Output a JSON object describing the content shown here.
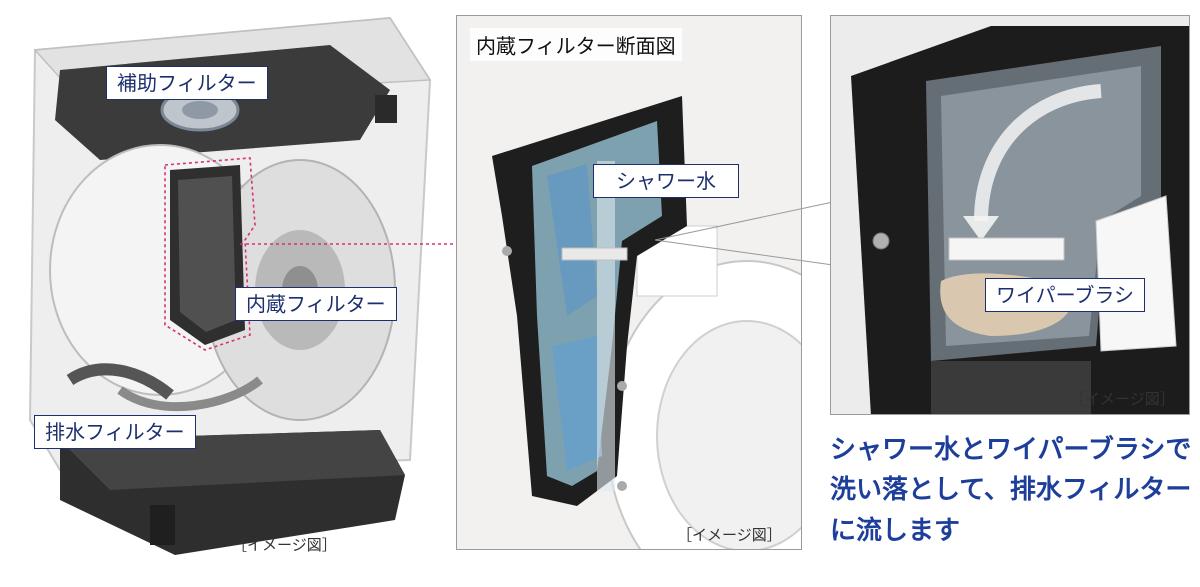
{
  "left": {
    "labels": {
      "aux_filter": "補助フィルター",
      "builtin_filter": "内蔵フィルター",
      "drain_filter": "排水フィルター"
    },
    "caption": "［イメージ図］"
  },
  "middle": {
    "title": "内蔵フィルター断面図",
    "labels": {
      "shower_water": "シャワー水"
    },
    "caption": "［イメージ図］"
  },
  "right": {
    "labels": {
      "wiper_brush": "ワイパーブラシ"
    },
    "caption": "［イメージ図］"
  },
  "description": {
    "lines": [
      "シャワー水とワイパーブラシで",
      "洗い落として、排水フィルター",
      "に流します"
    ]
  },
  "colors": {
    "label_border": "#1d2f6e",
    "label_text": "#1d2f6e",
    "description_text": "#1d3f9b",
    "callout_line": "#d8307a"
  }
}
